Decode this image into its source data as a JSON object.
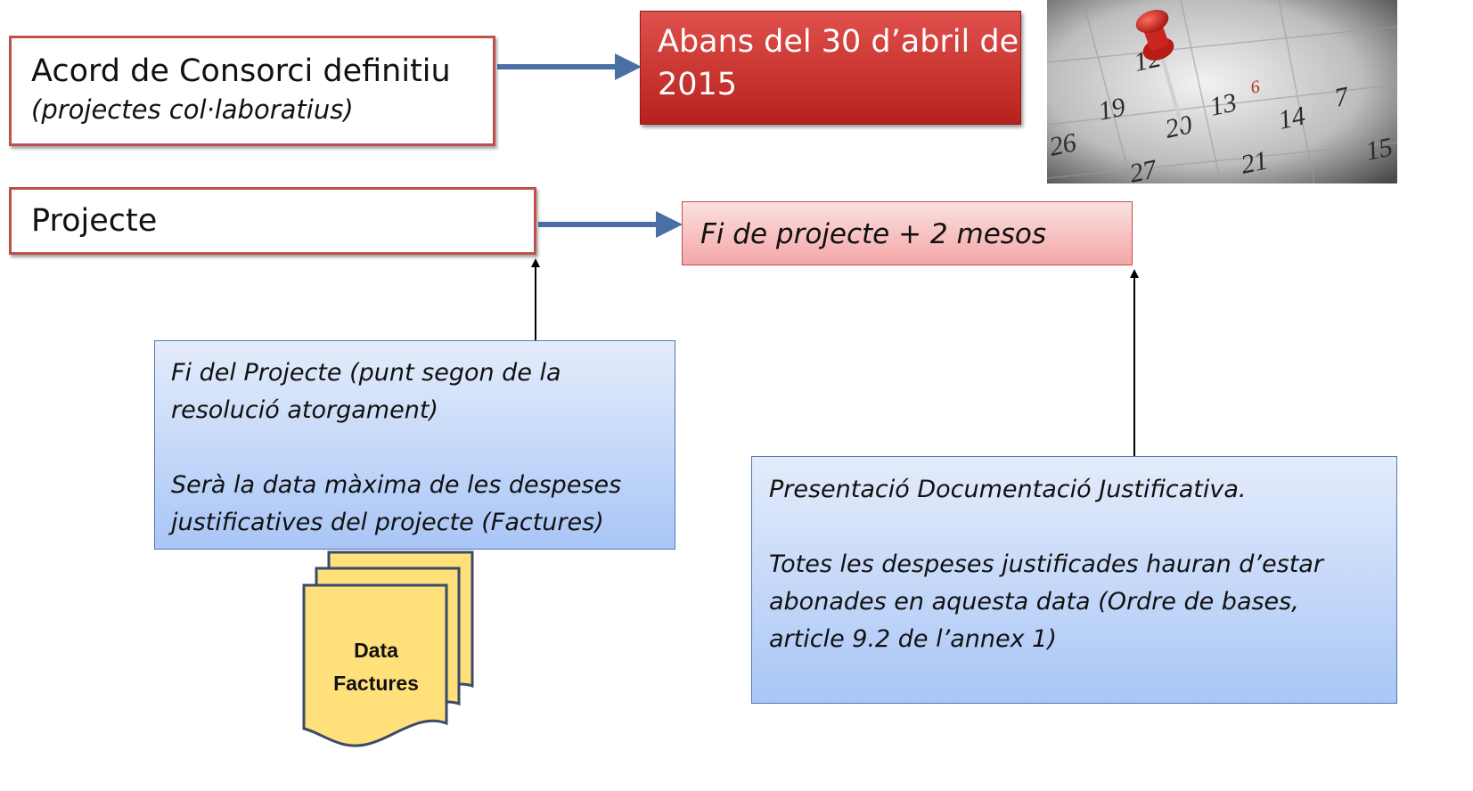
{
  "acord": {
    "title": "Acord de Consorci definitiu",
    "subtitle": "(projectes col·laboratius)"
  },
  "deadline1": "Abans del 30 d’abril de 2015",
  "projecte": "Projecte",
  "deadline2": "Fi de projecte + 2 mesos",
  "fi_del_projecte": {
    "line1": "Fi del Projecte (punt segon de la",
    "line2": "resolució atorgament)",
    "line3": "Serà la data màxima de les despeses",
    "line4": "justificatives del projecte (Factures)"
  },
  "presentacio": {
    "line1": "Presentació Documentació Justificativa.",
    "line2": "Totes les despeses justificades hauran d’estar",
    "line3": "abonades en aquesta data (Ordre de bases,",
    "line4": "article 9.2 de l’annex 1)"
  },
  "documents": {
    "line1": "Data",
    "line2": "Factures"
  },
  "calendar_numbers": [
    "12",
    "6",
    "7",
    "19",
    "20",
    "13",
    "14",
    "15",
    "26",
    "27",
    "21"
  ],
  "colors": {
    "red_border": "#c0504d",
    "red_fill": "#c0302c",
    "pink_fill": "#f4a6a6",
    "blue_fill": "#a9c6f6",
    "arrow": "#4a6fa5",
    "doc_fill": "#ffe07a"
  }
}
